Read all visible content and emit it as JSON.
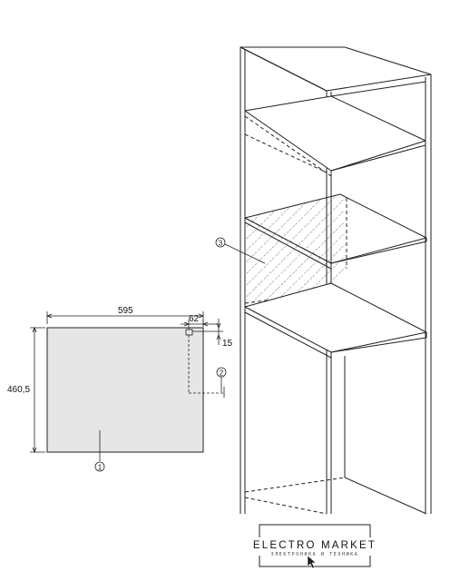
{
  "dimensions": {
    "width": "595",
    "height": "460,5",
    "offset_x": "62",
    "offset_y": "15"
  },
  "callouts": {
    "c1": "1",
    "c2": "2",
    "c3": "3"
  },
  "logo": {
    "title": "ELECTRO MARKET",
    "subtitle": "ЭЛЕКТРОНИКА И ТЕХНИКА"
  },
  "colors": {
    "niche_fill": "#e6e6e6",
    "line": "#222222",
    "hatch": "#555555"
  }
}
